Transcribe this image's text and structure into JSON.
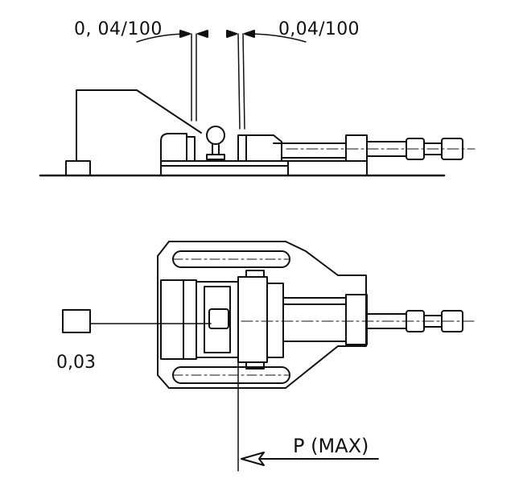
{
  "labels": {
    "tolerance_left": "0, 04/100",
    "tolerance_right": "0,04/100",
    "flatness": "0,03",
    "force": "P (MAX)"
  },
  "colors": {
    "ink": "#111111",
    "paper": "#ffffff"
  }
}
